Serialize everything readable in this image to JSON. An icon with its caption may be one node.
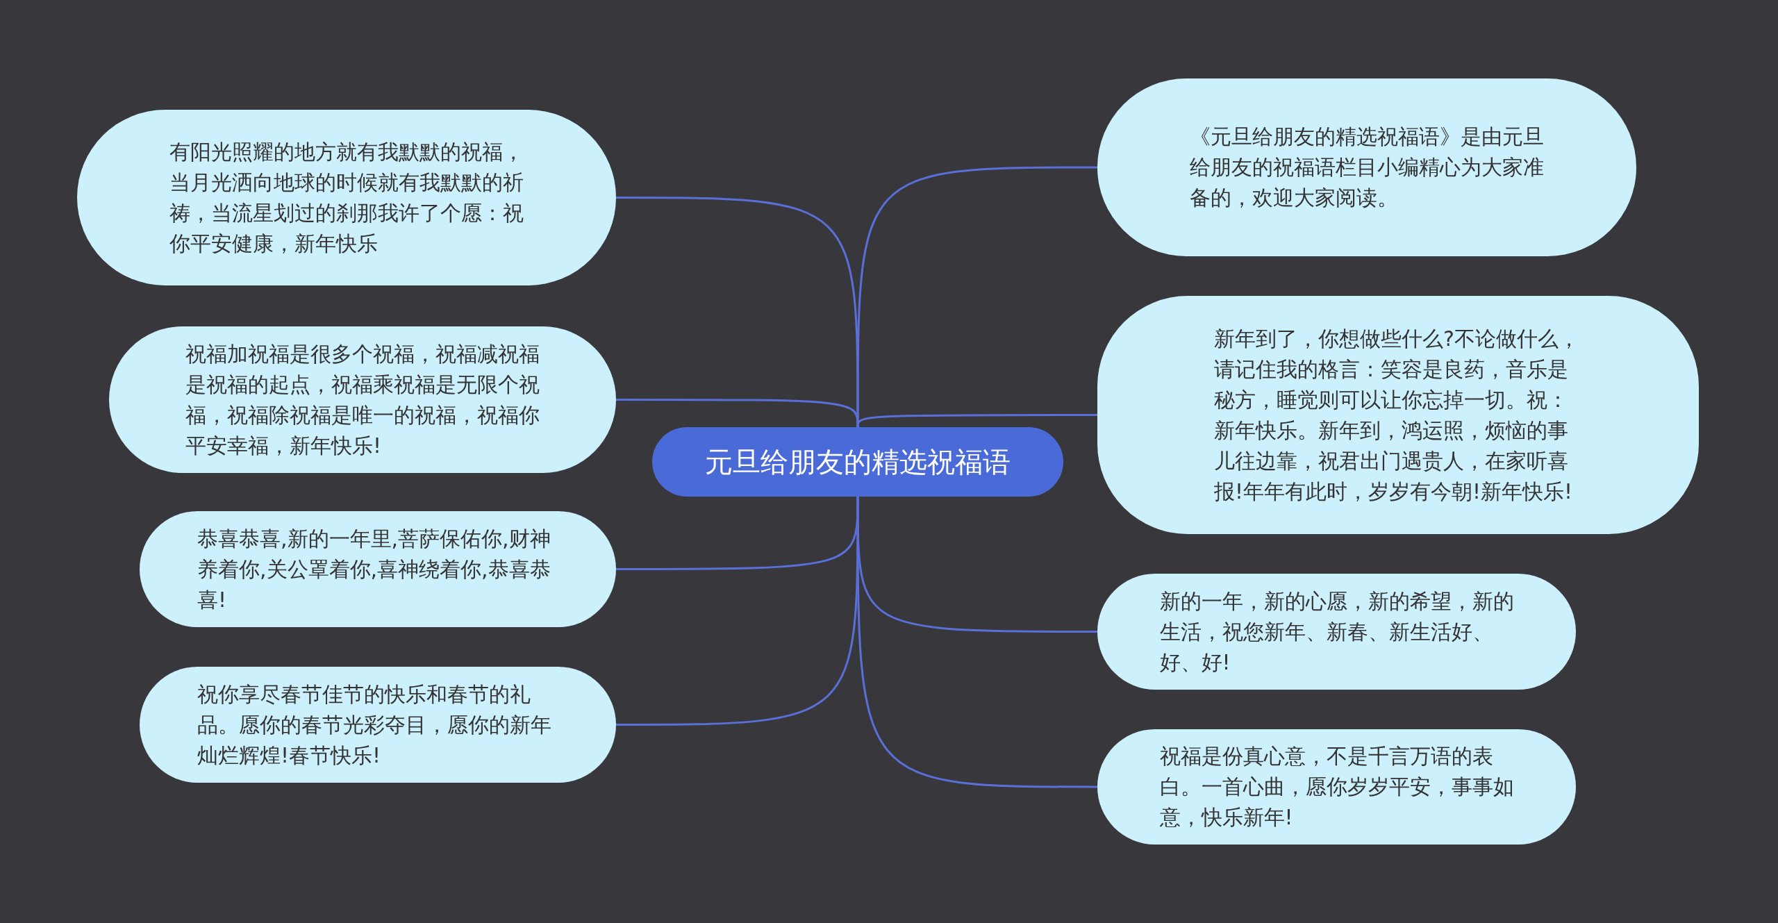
{
  "diagram": {
    "nodes": [
      {
        "text": [
          "元旦给朋友的精选祝福语"
        ]
      },
      {
        "text": [
          "有阳光照耀的地方就有我默默的祝福，当月光洒向地球的时候就有我默默的祈祷，当流星划过的刹那我许了个愿：祝你平安健康，新年快乐"
        ]
      },
      {
        "text": [
          "祝福加祝福是很多个祝福，祝福减祝福是祝福的起点，祝福乘祝福是无限个祝福，祝福除祝福是唯一的祝福，祝福你平安幸福，新年快乐!"
        ]
      },
      {
        "text": [
          "恭喜恭喜,新的一年里,菩萨保佑你,财神养着你,关公罩着你,喜神绕着你,恭喜恭喜!"
        ]
      },
      {
        "text": [
          "祝你享尽春节佳节的快乐和春节的礼品。愿你的春节光彩夺目，愿你的新年灿烂辉煌!春节快乐!"
        ]
      },
      {
        "text": [
          "《元旦给朋友的精选祝福语》是由元旦给朋友的祝福语栏目小编精心为大家准备的，欢迎大家阅读。"
        ]
      },
      {
        "text": [
          "新年到了，你想做些什么?不论做什么，请记住我的格言：笑容是良药，音乐是秘方，睡觉则可以让你忘掉一切。祝：新年快乐。新年到，鸿运照，烦恼的事儿往边靠，祝君出门遇贵人，在家听喜报!年年有此时，岁岁有今朝!新年快乐!"
        ]
      },
      {
        "text": [
          "新的一年，新的心愿，新的希望，新的生活，祝您新年、新春、新生活好、好、好!"
        ]
      },
      {
        "text": [
          "祝福是份真心意，不是千言万语的表白。一首心曲，愿你岁岁平安，事事如意，快乐新年!"
        ]
      }
    ],
    "edges": [
      {
        "from": 0,
        "to": 1,
        "arrow": "none"
      },
      {
        "from": 0,
        "to": 2,
        "arrow": "none"
      },
      {
        "from": 0,
        "to": 3,
        "arrow": "none"
      },
      {
        "from": 0,
        "to": 4,
        "arrow": "none"
      },
      {
        "from": 0,
        "to": 5,
        "arrow": "none"
      },
      {
        "from": 0,
        "to": 6,
        "arrow": "none"
      },
      {
        "from": 0,
        "to": 7,
        "arrow": "none"
      },
      {
        "from": 0,
        "to": 8,
        "arrow": "none"
      }
    ]
  }
}
